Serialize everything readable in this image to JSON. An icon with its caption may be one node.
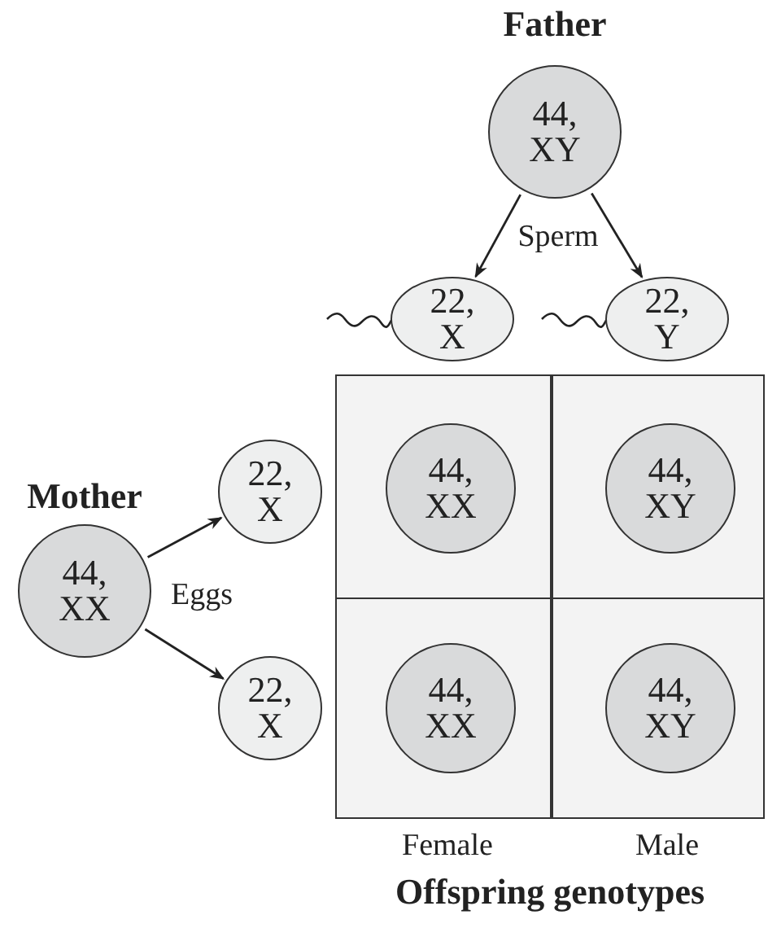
{
  "diagram": {
    "nodes": [
      {
        "text": [
          "Father",
          "44, XY"
        ]
      },
      {
        "text": [
          "22, X"
        ]
      },
      {
        "text": [
          "22, Y"
        ]
      },
      {
        "text": [
          "Mother",
          "44, XX"
        ]
      },
      {
        "text": [
          "22, X"
        ]
      },
      {
        "text": [
          "22, X"
        ]
      },
      {
        "text": [
          "Offspring genotypes"
        ]
      },
      {
        "text": [
          "44, XX"
        ],
        "in": 6
      },
      {
        "text": [
          "44, XY"
        ],
        "in": 6
      },
      {
        "text": [
          "44, XX"
        ],
        "in": 6
      },
      {
        "text": [
          "44, XY"
        ],
        "in": 6
      }
    ],
    "edges": [
      {
        "from": 0,
        "to": 1,
        "arrow": "to"
      },
      {
        "from": 0,
        "to": 2,
        "arrow": "to"
      },
      {
        "from": 3,
        "to": 4,
        "arrow": "to"
      },
      {
        "from": 3,
        "to": 5,
        "arrow": "to"
      }
    ],
    "labels": [
      "Sperm",
      "Eggs",
      "Female",
      "Male"
    ]
  }
}
